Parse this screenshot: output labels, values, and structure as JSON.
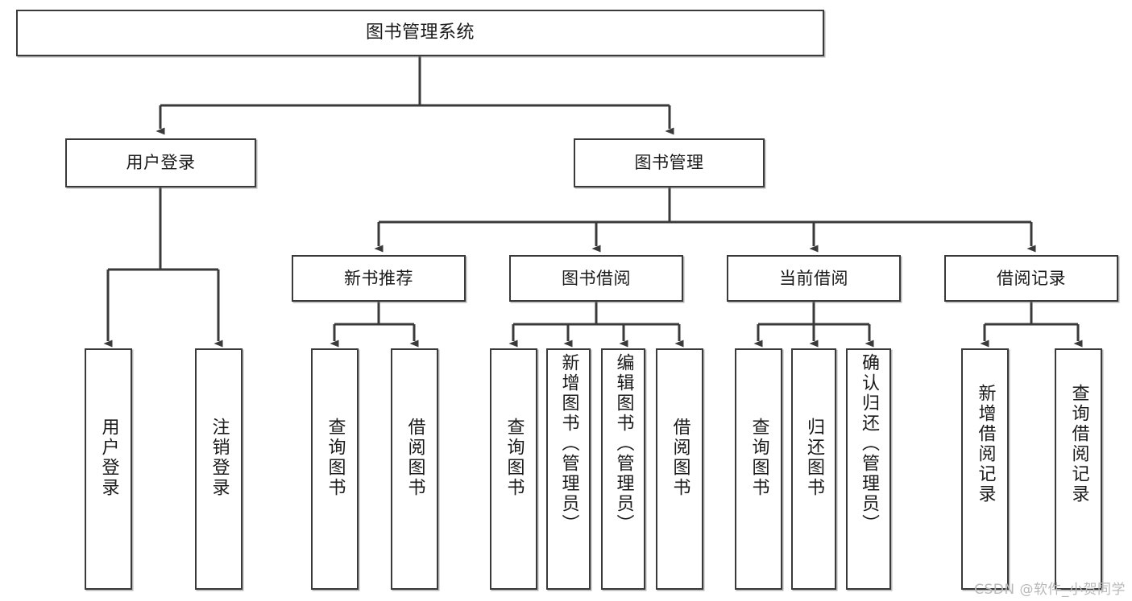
{
  "diagram": {
    "title": "图书管理系统",
    "type": "hierarchy-tree",
    "watermark": "CSDN @软件_小贺同学",
    "colors": {
      "box_border": "#3a3a3a",
      "box_fill": "#ffffff",
      "edge": "#3a3a3a",
      "text": "#1a1a1a",
      "watermark": "#b9b9b9"
    },
    "levels": {
      "root": "图书管理系统",
      "level2": [
        "用户登录",
        "图书管理"
      ],
      "level3": [
        "新书推荐",
        "图书借阅",
        "当前借阅",
        "借阅记录"
      ]
    },
    "nodes": {
      "root": {
        "label": "图书管理系统"
      },
      "user_login": {
        "label": "用户登录"
      },
      "book_manage": {
        "label": "图书管理"
      },
      "new_book_rec": {
        "label": "新书推荐"
      },
      "book_borrow": {
        "label": "图书借阅"
      },
      "current_borrow": {
        "label": "当前借阅"
      },
      "borrow_record": {
        "label": "借阅记录"
      },
      "leaf_user_login": {
        "label": "用户登录"
      },
      "leaf_logout": {
        "label": "注销登录"
      },
      "leaf_query_book_1": {
        "label": "查询图书"
      },
      "leaf_borrow_book_1": {
        "label": "借阅图书"
      },
      "leaf_query_book_2": {
        "label": "查询图书"
      },
      "leaf_add_book": {
        "label": "新增图书（管理员）"
      },
      "leaf_edit_book": {
        "label": "编辑图书（管理员）"
      },
      "leaf_borrow_book_2": {
        "label": "借阅图书"
      },
      "leaf_query_book_3": {
        "label": "查询图书"
      },
      "leaf_return_book": {
        "label": "归还图书"
      },
      "leaf_confirm_return": {
        "label": "确认归还（管理员）"
      },
      "leaf_add_record": {
        "label": "新增借阅记录"
      },
      "leaf_query_record": {
        "label": "查询借阅记录"
      }
    },
    "edges": [
      {
        "from": "root",
        "to": "user_login"
      },
      {
        "from": "root",
        "to": "book_manage"
      },
      {
        "from": "user_login",
        "to": "leaf_user_login"
      },
      {
        "from": "user_login",
        "to": "leaf_logout"
      },
      {
        "from": "book_manage",
        "to": "new_book_rec"
      },
      {
        "from": "book_manage",
        "to": "book_borrow"
      },
      {
        "from": "book_manage",
        "to": "current_borrow"
      },
      {
        "from": "book_manage",
        "to": "borrow_record"
      },
      {
        "from": "new_book_rec",
        "to": "leaf_query_book_1"
      },
      {
        "from": "new_book_rec",
        "to": "leaf_borrow_book_1"
      },
      {
        "from": "book_borrow",
        "to": "leaf_query_book_2"
      },
      {
        "from": "book_borrow",
        "to": "leaf_add_book"
      },
      {
        "from": "book_borrow",
        "to": "leaf_edit_book"
      },
      {
        "from": "book_borrow",
        "to": "leaf_borrow_book_2"
      },
      {
        "from": "current_borrow",
        "to": "leaf_query_book_3"
      },
      {
        "from": "current_borrow",
        "to": "leaf_return_book"
      },
      {
        "from": "current_borrow",
        "to": "leaf_confirm_return"
      },
      {
        "from": "borrow_record",
        "to": "leaf_add_record"
      },
      {
        "from": "borrow_record",
        "to": "leaf_query_record"
      }
    ]
  }
}
